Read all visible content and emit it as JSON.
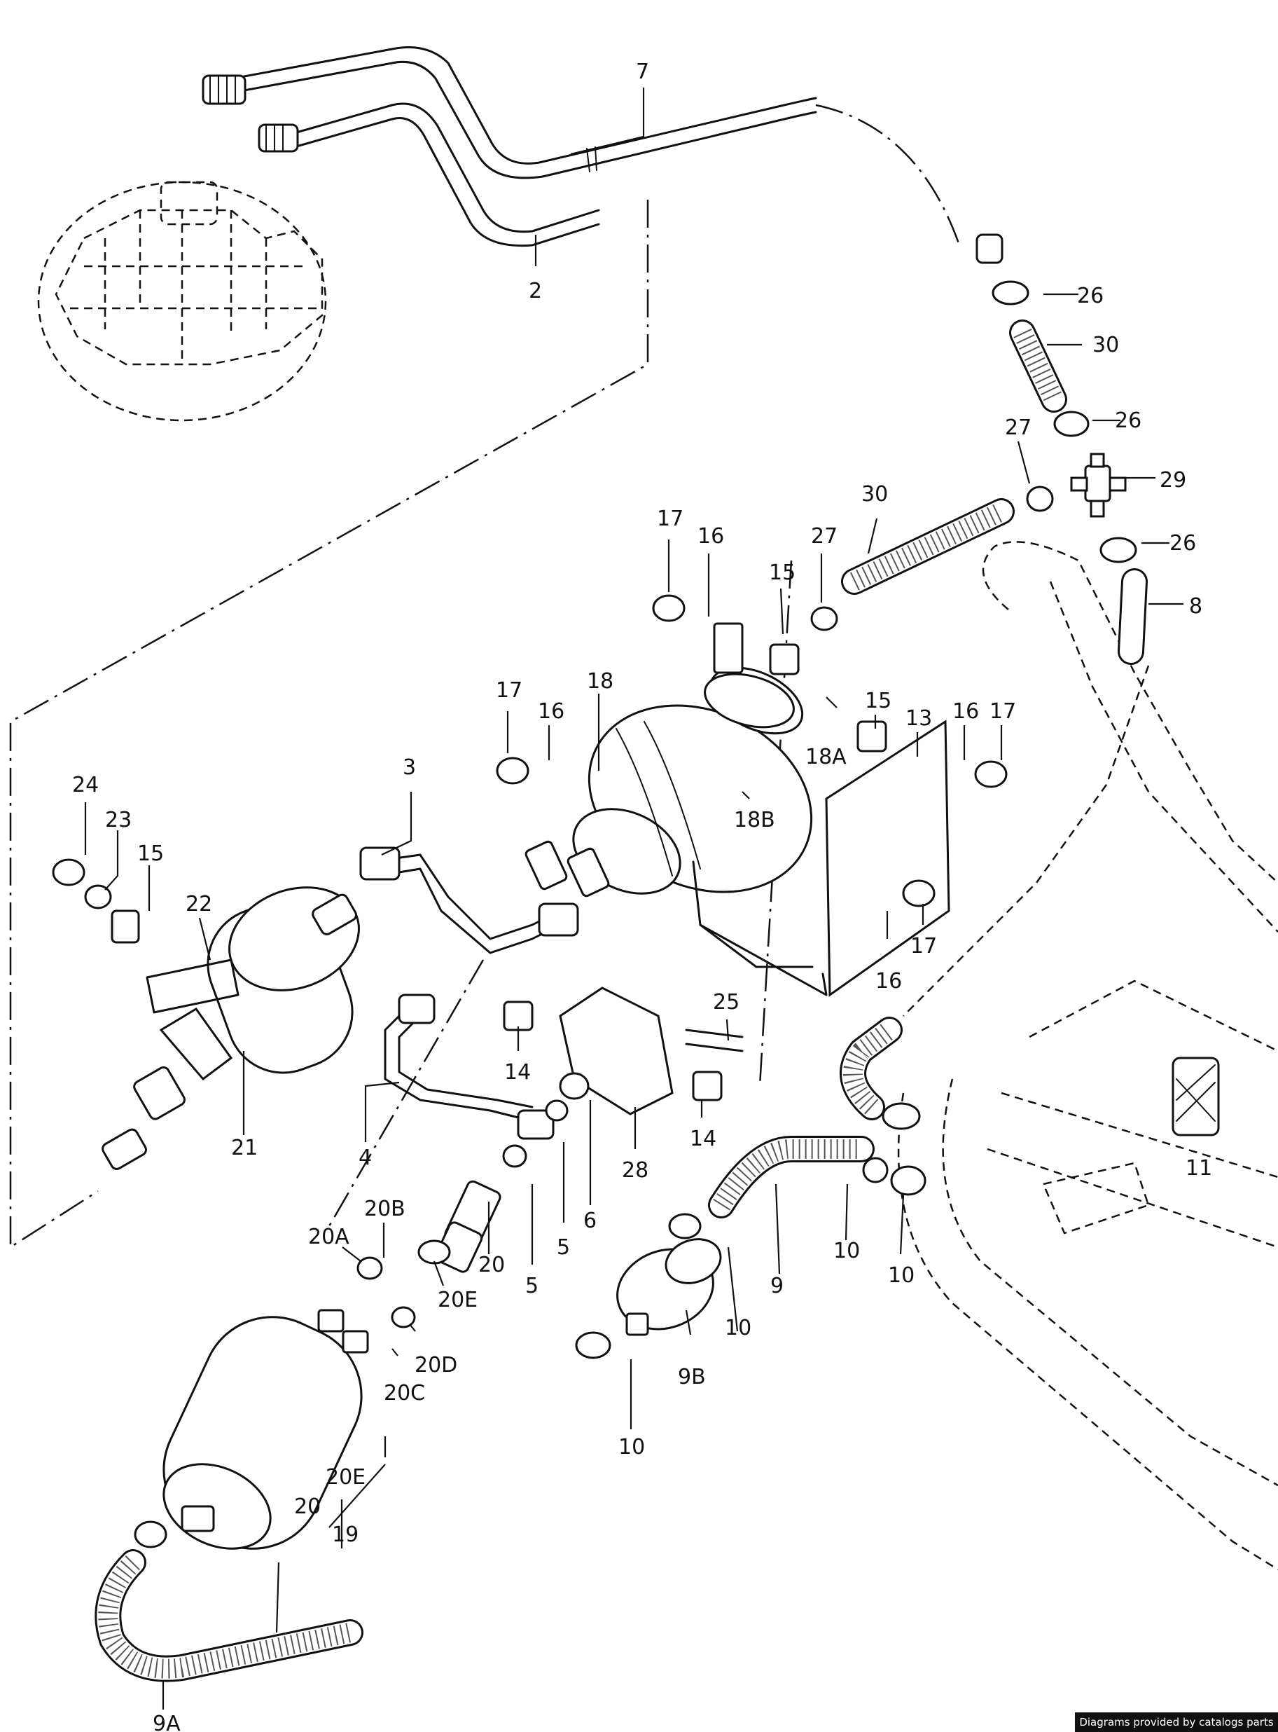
{
  "diagram": {
    "callouts": [
      {
        "id": "c7",
        "text": "7"
      },
      {
        "id": "c2",
        "text": "2"
      },
      {
        "id": "c26a",
        "text": "26"
      },
      {
        "id": "c30a",
        "text": "30"
      },
      {
        "id": "c26b",
        "text": "26"
      },
      {
        "id": "c27a",
        "text": "27"
      },
      {
        "id": "c29",
        "text": "29"
      },
      {
        "id": "c30b",
        "text": "30"
      },
      {
        "id": "c26c",
        "text": "26"
      },
      {
        "id": "c8",
        "text": "8"
      },
      {
        "id": "c17a",
        "text": "17"
      },
      {
        "id": "c16a",
        "text": "16"
      },
      {
        "id": "c15a",
        "text": "15"
      },
      {
        "id": "c27b",
        "text": "27"
      },
      {
        "id": "c17b",
        "text": "17"
      },
      {
        "id": "c16b",
        "text": "16"
      },
      {
        "id": "c18",
        "text": "18"
      },
      {
        "id": "c15b",
        "text": "15"
      },
      {
        "id": "c13",
        "text": "13"
      },
      {
        "id": "c16c",
        "text": "16"
      },
      {
        "id": "c17c",
        "text": "17"
      },
      {
        "id": "c18A",
        "text": "18A"
      },
      {
        "id": "c18B",
        "text": "18B"
      },
      {
        "id": "c3",
        "text": "3"
      },
      {
        "id": "c24",
        "text": "24"
      },
      {
        "id": "c23",
        "text": "23"
      },
      {
        "id": "c15c",
        "text": "15"
      },
      {
        "id": "c22",
        "text": "22"
      },
      {
        "id": "c17d",
        "text": "17"
      },
      {
        "id": "c16d",
        "text": "16"
      },
      {
        "id": "c25",
        "text": "25"
      },
      {
        "id": "c14a",
        "text": "14"
      },
      {
        "id": "c14b",
        "text": "14"
      },
      {
        "id": "c21",
        "text": "21"
      },
      {
        "id": "c4",
        "text": "4"
      },
      {
        "id": "c28",
        "text": "28"
      },
      {
        "id": "c6",
        "text": "6"
      },
      {
        "id": "c5a",
        "text": "5"
      },
      {
        "id": "c5b",
        "text": "5"
      },
      {
        "id": "c11",
        "text": "11"
      },
      {
        "id": "c20B",
        "text": "20B"
      },
      {
        "id": "c20A",
        "text": "20A"
      },
      {
        "id": "c20a",
        "text": "20"
      },
      {
        "id": "c20Ea",
        "text": "20E"
      },
      {
        "id": "c9",
        "text": "9"
      },
      {
        "id": "c10a",
        "text": "10"
      },
      {
        "id": "c10b",
        "text": "10"
      },
      {
        "id": "c10c",
        "text": "10"
      },
      {
        "id": "c20D",
        "text": "20D"
      },
      {
        "id": "c20C",
        "text": "20C"
      },
      {
        "id": "c9B",
        "text": "9B"
      },
      {
        "id": "c10d",
        "text": "10"
      },
      {
        "id": "c20Eb",
        "text": "20E"
      },
      {
        "id": "c20b",
        "text": "20"
      },
      {
        "id": "c19",
        "text": "19"
      },
      {
        "id": "c9A",
        "text": "9A"
      }
    ]
  },
  "footer": {
    "credit": "Diagrams provided by catalogs parts"
  }
}
